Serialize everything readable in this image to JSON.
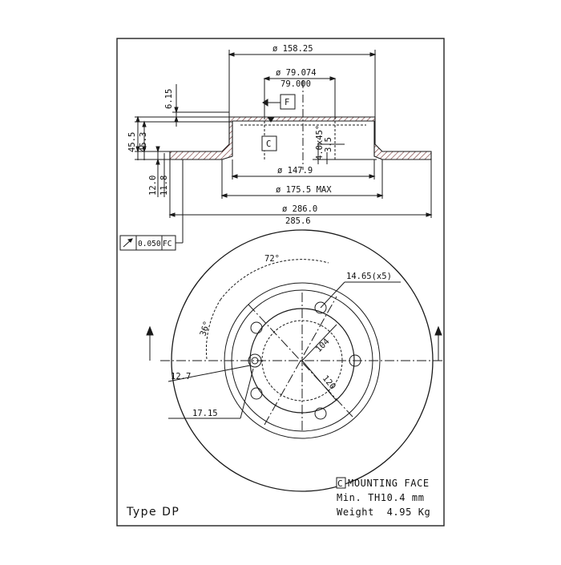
{
  "colors": {
    "line": "#1a1a1a",
    "hatch": "#6b2a2a",
    "background": "#ffffff"
  },
  "section": {
    "dia_158": "ø 158.25",
    "dia_79a": "ø 79.074",
    "dia_79b": "79.000",
    "h_615": "6.15",
    "h_455": "45.5",
    "h_453": "45.3",
    "chamfer": "4.0x45°",
    "h_35": "3.5",
    "t_120": "12.0",
    "t_118": "11.8",
    "dia_1479": "ø 147.9",
    "dia_1755": "ø 175.5 MAX",
    "dia_2860": "ø 286.0",
    "dia_2856": "285.6",
    "datum_f": "F",
    "datum_c": "C"
  },
  "tolerance": {
    "value": "0.050",
    "ref": "FC"
  },
  "plan": {
    "angle_72": "72°",
    "angle_36": "36°",
    "holes_label": "14.65(x5)",
    "dim_104": "104",
    "dim_120": "120",
    "dim_127": "12.7",
    "dim_1715": "17.15"
  },
  "notes": {
    "mounting_box": "C",
    "mounting_face": "MOUNTING FACE",
    "min_th": "Min. TH10.4 mm",
    "weight": "Weight  4.95 Kg"
  },
  "type_label": "Type DP"
}
